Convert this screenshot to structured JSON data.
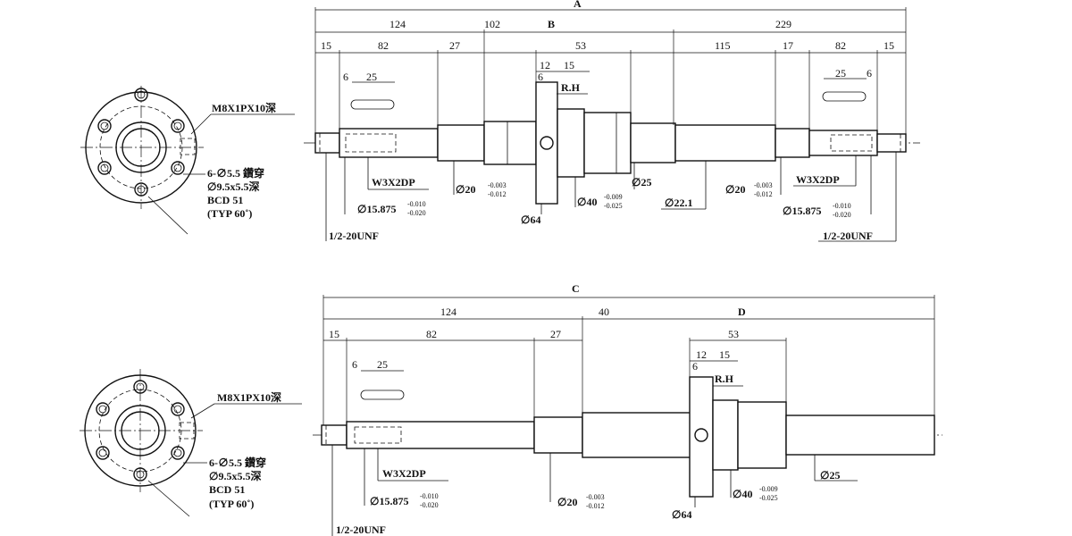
{
  "drawings": [
    {
      "id": "top",
      "section_labels": [
        "A",
        "B"
      ],
      "dimensions": [
        "124",
        "102",
        "229",
        "15",
        "82",
        "27",
        "53",
        "115",
        "17",
        "82",
        "15",
        "12",
        "15",
        "6",
        "25",
        "6",
        "25",
        "6"
      ],
      "callouts": {
        "rh": "R.H",
        "keyway_left": "W3X2DP",
        "keyway_right": "W3X2DP",
        "thread_left": "1/2-20UNF",
        "thread_right": "1/2-20UNF",
        "dia_15875_left": "∅15.875",
        "dia_15875_right": "∅15.875",
        "tol_15875_upper": "-0.010",
        "tol_15875_lower": "-0.020",
        "dia_20_left": "∅20",
        "dia_20_right": "∅20",
        "tol_20_upper": "-0.003",
        "tol_20_lower": "-0.012",
        "dia_40": "∅40",
        "tol_40_upper": "-0.009",
        "tol_40_lower": "-0.025",
        "dia_25": "∅25",
        "dia_221": "∅22.1",
        "dia_64": "∅64"
      },
      "flange_notes": [
        "M8X1PX10深",
        "6-∅5.5 鑽穿",
        "∅9.5x5.5深",
        "BCD 51",
        "(TYP 60˚)"
      ]
    },
    {
      "id": "bottom",
      "section_labels": [
        "C",
        "D"
      ],
      "dimensions": [
        "124",
        "40",
        "15",
        "82",
        "27",
        "53",
        "12",
        "15",
        "6",
        "6",
        "25"
      ],
      "callouts": {
        "rh": "R.H",
        "keyway": "W3X2DP",
        "thread": "1/2-20UNF",
        "dia_15875": "∅15.875",
        "tol_15875_upper": "-0.010",
        "tol_15875_lower": "-0.020",
        "dia_20": "∅20",
        "tol_20_upper": "-0.003",
        "tol_20_lower": "-0.012",
        "dia_40": "∅40",
        "tol_40_upper": "-0.009",
        "tol_40_lower": "-0.025",
        "dia_25": "∅25",
        "dia_64": "∅64"
      },
      "flange_notes": [
        "M8X1PX10深",
        "6-∅5.5 鑽穿",
        "∅9.5x5.5深",
        "BCD 51",
        "(TYP 60˚)"
      ]
    }
  ]
}
